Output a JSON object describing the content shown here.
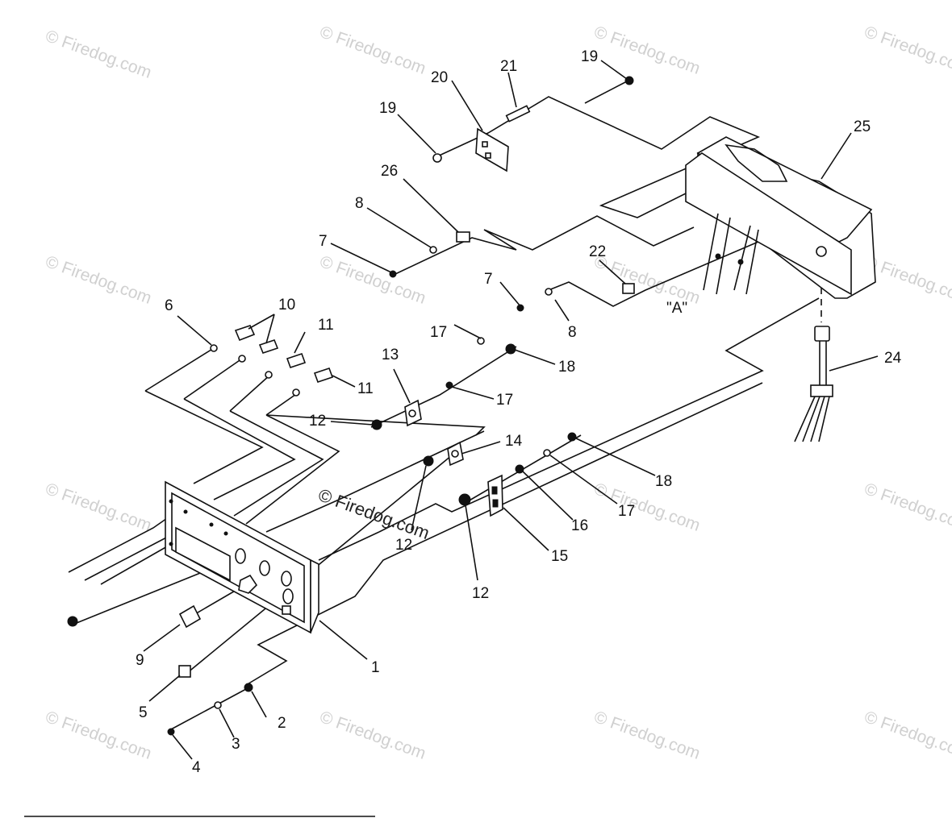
{
  "watermark": "© Firedog.com",
  "view_label": "\"A\"",
  "callouts": {
    "p1": "1",
    "p2": "2",
    "p3": "3",
    "p4": "4",
    "p5": "5",
    "p6": "6",
    "p7a": "7",
    "p7b": "7",
    "p8a": "8",
    "p8b": "8",
    "p9": "9",
    "p10": "10",
    "p11a": "11",
    "p11b": "11",
    "p12a": "12",
    "p12b": "12",
    "p12c": "12",
    "p13": "13",
    "p14": "14",
    "p15": "15",
    "p16": "16",
    "p17a": "17",
    "p17b": "17",
    "p17c": "17",
    "p18a": "18",
    "p18b": "18",
    "p19a": "19",
    "p19b": "19",
    "p20": "20",
    "p21": "21",
    "p22": "22",
    "p24": "24",
    "p25": "25",
    "p26": "26"
  }
}
